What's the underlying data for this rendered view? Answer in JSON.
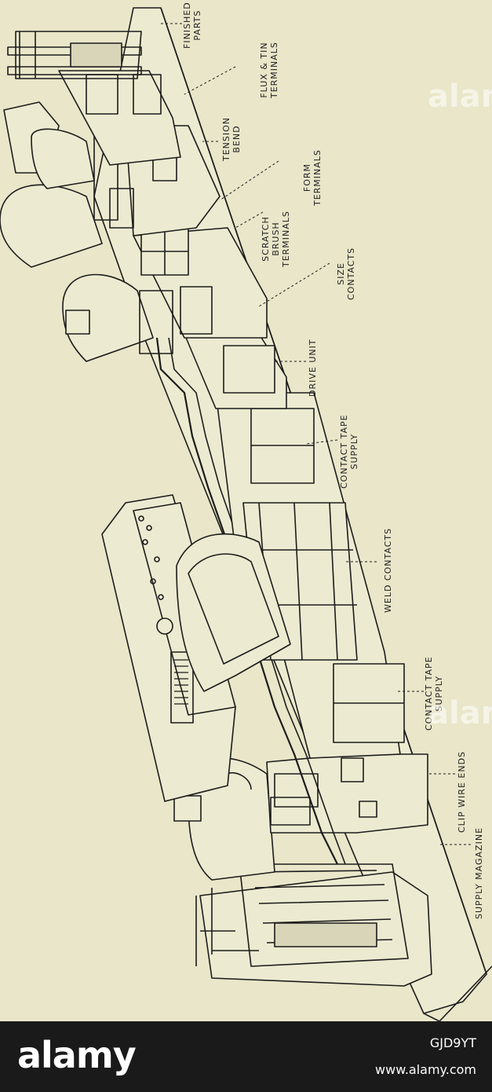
{
  "labels": {
    "finished_parts": [
      "FINISHED",
      "PARTS"
    ],
    "flux_tin": [
      "FLUX & TIN",
      "TERMINALS"
    ],
    "tension_bend": [
      "TENSION",
      "BEND"
    ],
    "form_terminals": [
      "FORM",
      "TERMINALS"
    ],
    "scratch_brush": [
      "SCRATCH",
      "BRUSH",
      "TERMINALS"
    ],
    "size_contacts": [
      "SIZE",
      "CONTACTS"
    ],
    "drive_unit": [
      "DRIVE UNIT"
    ],
    "contact_tape_supply_1": [
      "CONTACT TAPE",
      "SUPPLY"
    ],
    "weld_contacts": [
      "WELD CONTACTS"
    ],
    "contact_tape_supply_2": [
      "CONTACT TAPE",
      "SUPPLY"
    ],
    "clip_wire_ends": [
      "CLIP WIRE ENDS"
    ],
    "supply_magazine": [
      "SUPPLY MAGAZINE"
    ]
  },
  "watermark": "alamy",
  "footer": {
    "logo": "alamy",
    "image_id": "GJD9YT",
    "site": "www.alamy.com"
  }
}
